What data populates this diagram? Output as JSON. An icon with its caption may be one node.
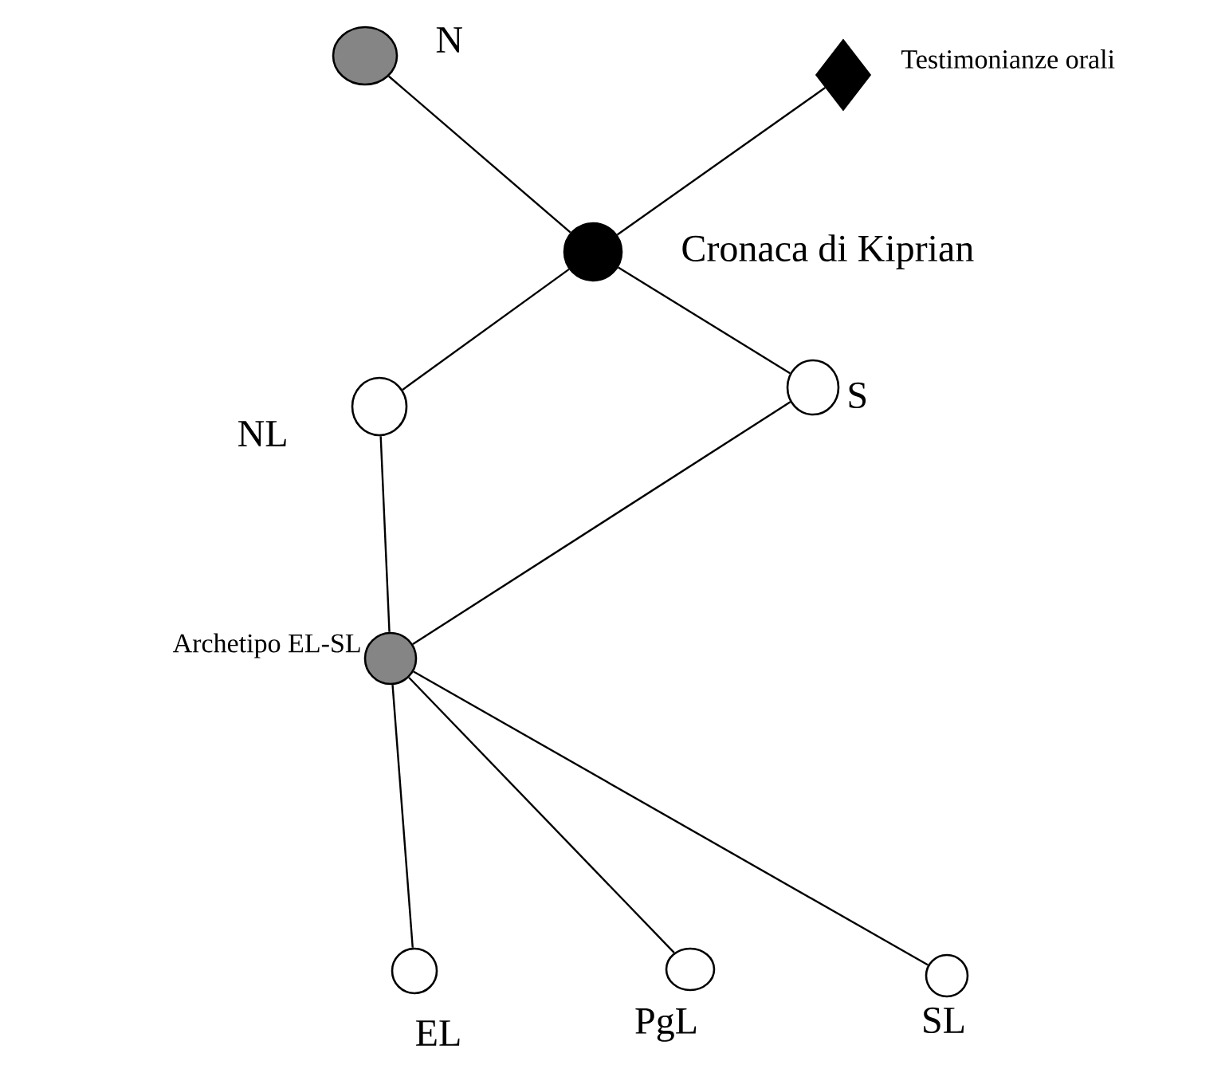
{
  "diagram": {
    "nodes": [
      {
        "text": [
          "N"
        ]
      },
      {
        "text": [
          "Testimonianze orali"
        ]
      },
      {
        "text": [
          "Cronaca di Kiprian"
        ]
      },
      {
        "text": [
          "NL"
        ]
      },
      {
        "text": [
          "S"
        ]
      },
      {
        "text": [
          "Archetipo EL-SL"
        ]
      },
      {
        "text": [
          "EL"
        ]
      },
      {
        "text": [
          "PgL"
        ]
      },
      {
        "text": [
          "SL"
        ]
      }
    ],
    "edges": [
      {
        "from": 0,
        "to": 2,
        "arrow": "none"
      },
      {
        "from": 1,
        "to": 2,
        "arrow": "none"
      },
      {
        "from": 2,
        "to": 3,
        "arrow": "none"
      },
      {
        "from": 2,
        "to": 4,
        "arrow": "none"
      },
      {
        "from": 3,
        "to": 5,
        "arrow": "none"
      },
      {
        "from": 4,
        "to": 5,
        "arrow": "none"
      },
      {
        "from": 5,
        "to": 6,
        "arrow": "none"
      },
      {
        "from": 5,
        "to": 7,
        "arrow": "none"
      },
      {
        "from": 5,
        "to": 8,
        "arrow": "none"
      }
    ]
  }
}
